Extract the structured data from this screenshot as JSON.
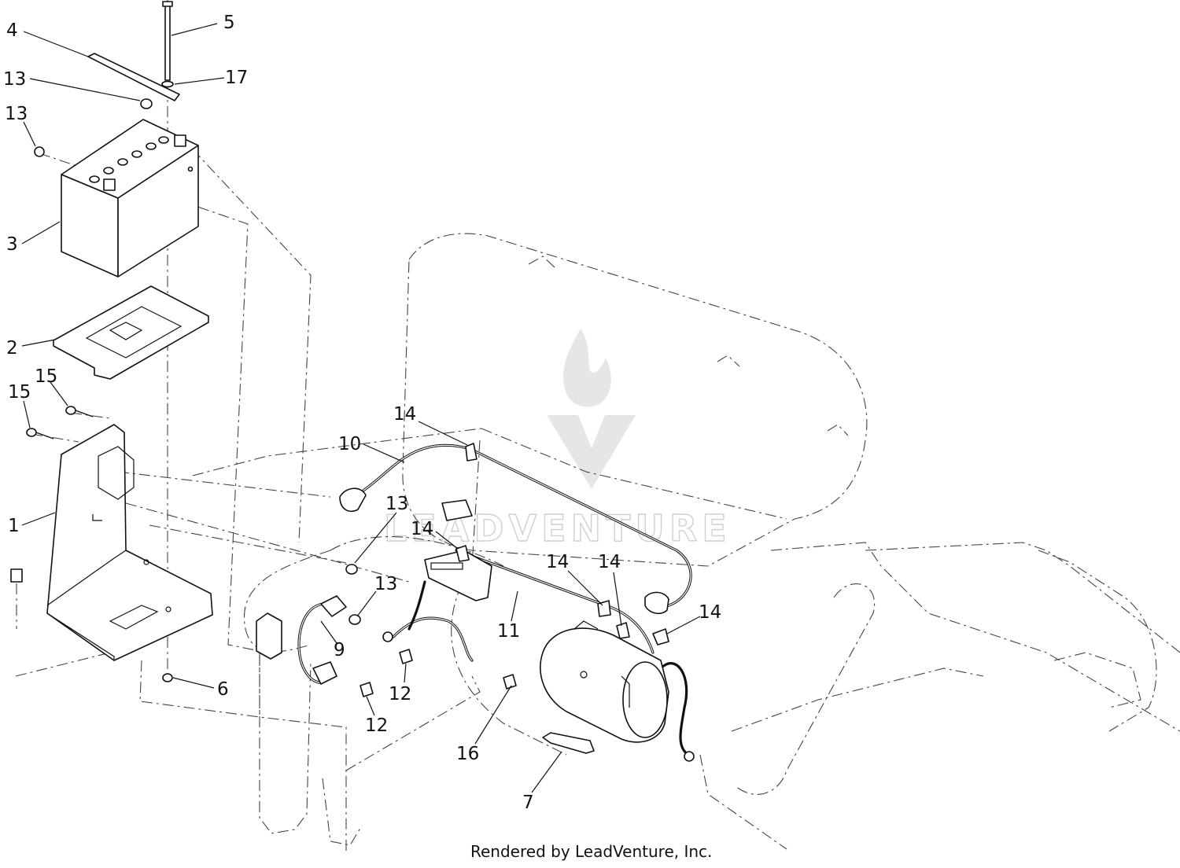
{
  "callouts": [
    {
      "id": "c4",
      "label": "4"
    },
    {
      "id": "c5",
      "label": "5"
    },
    {
      "id": "c13a",
      "label": "13"
    },
    {
      "id": "c17",
      "label": "17"
    },
    {
      "id": "c13b",
      "label": "13"
    },
    {
      "id": "c3",
      "label": "3"
    },
    {
      "id": "c2",
      "label": "2"
    },
    {
      "id": "c15a",
      "label": "15"
    },
    {
      "id": "c15b",
      "label": "15"
    },
    {
      "id": "c1",
      "label": "1"
    },
    {
      "id": "c14a",
      "label": "14"
    },
    {
      "id": "c10",
      "label": "10"
    },
    {
      "id": "c13c",
      "label": "13"
    },
    {
      "id": "c14b",
      "label": "14"
    },
    {
      "id": "c13d",
      "label": "13"
    },
    {
      "id": "c14c",
      "label": "14"
    },
    {
      "id": "c14d",
      "label": "14"
    },
    {
      "id": "c14e",
      "label": "14"
    },
    {
      "id": "c11",
      "label": "11"
    },
    {
      "id": "c9",
      "label": "9"
    },
    {
      "id": "c12a",
      "label": "12"
    },
    {
      "id": "c12b",
      "label": "12"
    },
    {
      "id": "c6",
      "label": "6"
    },
    {
      "id": "c16",
      "label": "16"
    },
    {
      "id": "c7",
      "label": "7"
    }
  ],
  "watermark": {
    "text": "LEADVENTURE"
  },
  "footer": {
    "credit": "Rendered by LeadVenture, Inc."
  }
}
